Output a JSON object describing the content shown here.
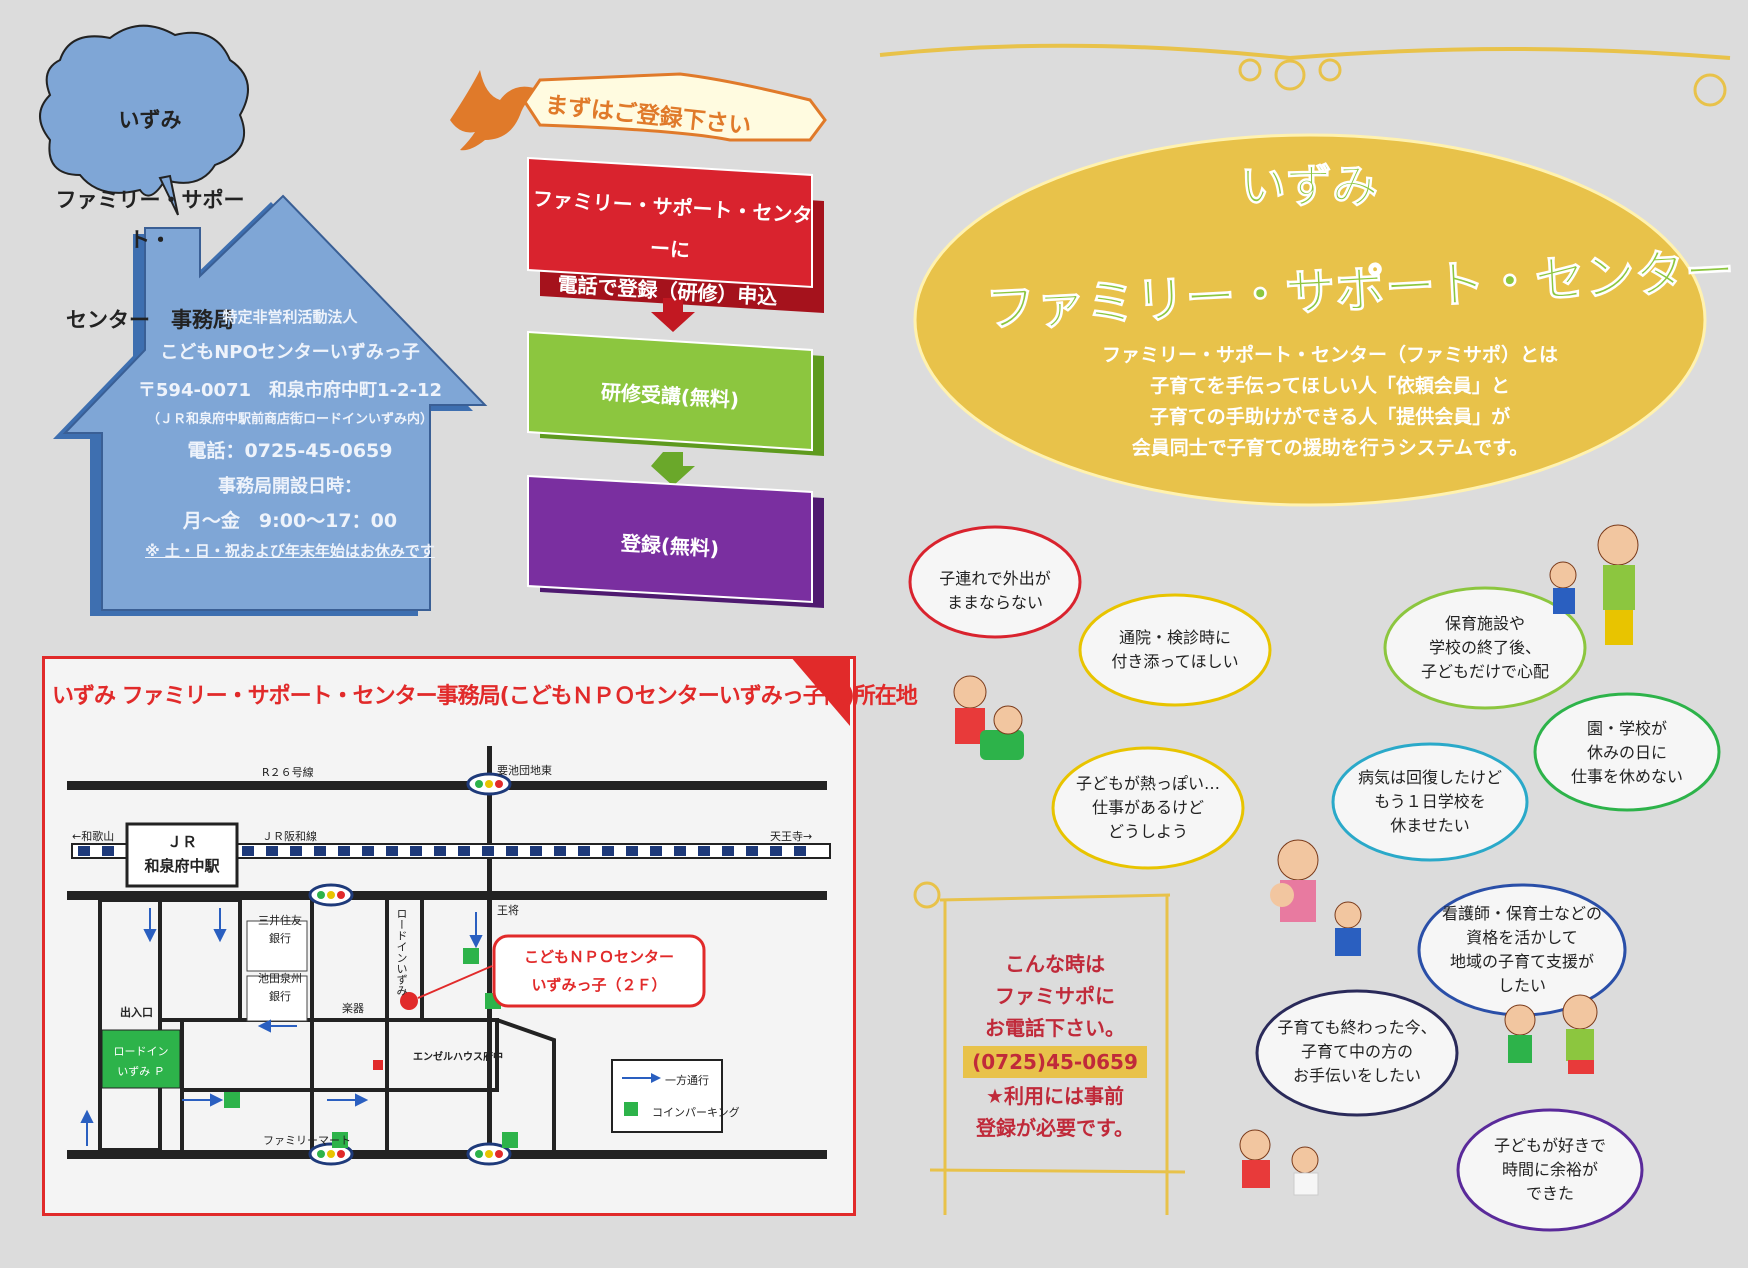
{
  "office": {
    "cloud_lines": [
      "いずみ",
      "ファミリー・サポート・",
      "センター　事務局"
    ],
    "org_type": "特定非営利活動法人",
    "org_name": "こどもNPOセンターいずみっ子",
    "postal": "〒594-0071　和泉市府中町1-2-12",
    "address_note": "（ＪＲ和泉府中駅前商店街ロードインいずみ内）",
    "phone": "電話：0725-45-0659",
    "hours_label": "事務局開設日時：",
    "hours": "月～金　9:00～17：00",
    "holiday_note": "※ 土・日・祝および年末年始はお休みです"
  },
  "registration": {
    "banner": "まずはご登録下さい",
    "steps": [
      {
        "text": "ファミリー・サポート・センターに\n電話で登録（研修）申込",
        "color": "#d9232e"
      },
      {
        "text": "研修受講(無料)",
        "color": "#8cc63f"
      },
      {
        "text": "登録(無料)",
        "color": "#7a2fa0"
      }
    ]
  },
  "map": {
    "title": "いずみ ファミリー・サポート・センター事務局(こどもＮＰＯセンターいずみっ子内)所在地",
    "labels": {
      "r26": "R２６号線",
      "youchi": "要池団地東",
      "wakayama": "←和歌山",
      "hanwa": "ＪＲ阪和線",
      "tennoji": "天王寺→",
      "station": "ＪＲ\n和泉府中駅",
      "mitsui": "三井住友\n銀行",
      "ikeda": "池田泉州\n銀行",
      "road_in": "ロードインいずみ",
      "gakki": "楽器",
      "oushou": "王将",
      "angel": "エンゼルハウス府中",
      "deiriguchi": "出入口",
      "roadin_p": "ロードイン\nいずみ Ｐ",
      "familymart": "ファミリーマート",
      "p": "P",
      "callout": "こどもＮＰＯセンター\nいずみっ子（２Ｆ）"
    },
    "legend": {
      "oneway": "一方通行",
      "parking": "コインパーキング"
    }
  },
  "hero": {
    "title_top": "いずみ",
    "title_main": "ファミリー・サポート・センター",
    "description": [
      "ファミリー・サポート・センター（ファミサポ）とは",
      "子育てを手伝ってほしい人「依頼会員」と",
      "子育ての手助けができる人「提供会員」が",
      "会員同士で子育ての援助を行うシステムです。"
    ]
  },
  "bubbles": [
    {
      "text": "子連れで外出が\nままならない",
      "color": "#d9232e"
    },
    {
      "text": "通院・検診時に\n付き添ってほしい",
      "color": "#e8c400"
    },
    {
      "text": "子どもが熱っぽい…\n仕事があるけど\nどうしよう",
      "color": "#e8c400"
    },
    {
      "text": "保育施設や\n学校の終了後、\n子どもだけで心配",
      "color": "#8cc63f"
    },
    {
      "text": "園・学校が\n休みの日に\n仕事を休めない",
      "color": "#2db34a"
    },
    {
      "text": "病気は回復したけど\nもう１日学校を\n休ませたい",
      "color": "#2aa9c9"
    },
    {
      "text": "看護師・保育士などの\n資格を活かして\n地域の子育て支援が\nしたい",
      "color": "#2a4fa8"
    },
    {
      "text": "子育ても終わった今、\n子育て中の方の\nお手伝いをしたい",
      "color": "#2a2a5a"
    },
    {
      "text": "子どもが好きで\n時間に余裕が\nできた",
      "color": "#5a2a9a"
    }
  ],
  "sign": {
    "lines": [
      "こんな時は",
      "ファミサポに",
      "お電話下さい。"
    ],
    "phone": "(0725)45-0659",
    "note": "★利用には事前\n登録が必要です。"
  },
  "colors": {
    "hero_ellipse": "#e8c24a",
    "house": "#7fa6d6",
    "map_border": "#e12a2a"
  }
}
